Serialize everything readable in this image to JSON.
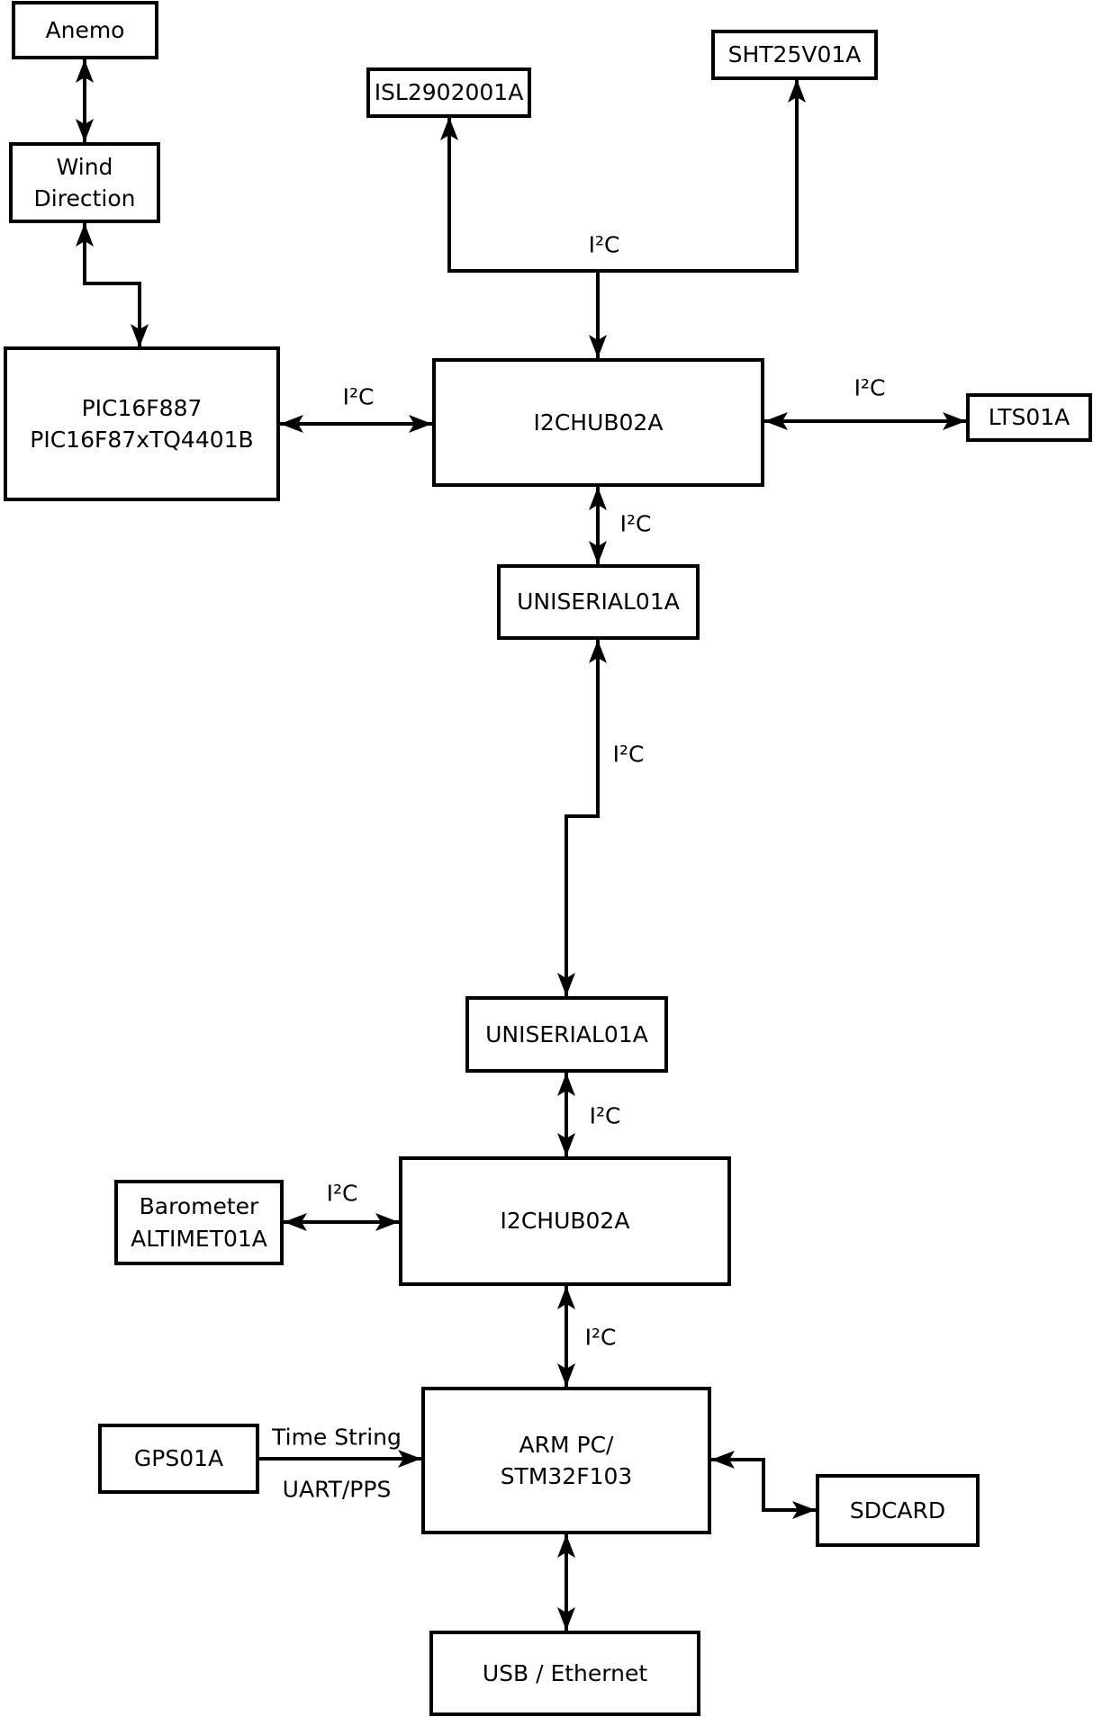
{
  "diagram": {
    "nodes": {
      "anemo": {
        "lines": [
          "Anemo"
        ]
      },
      "wind_direction": {
        "lines": [
          "Wind",
          "Direction"
        ]
      },
      "pic": {
        "lines": [
          "PIC16F887",
          "PIC16F87xTQ4401B"
        ]
      },
      "isl": {
        "lines": [
          "ISL2902001A"
        ]
      },
      "sht": {
        "lines": [
          "SHT25V01A"
        ]
      },
      "i2chub_top": {
        "lines": [
          "I2CHUB02A"
        ]
      },
      "lts": {
        "lines": [
          "LTS01A"
        ]
      },
      "uniserial_top": {
        "lines": [
          "UNISERIAL01A"
        ]
      },
      "uniserial_bottom": {
        "lines": [
          "UNISERIAL01A"
        ]
      },
      "i2chub_bottom": {
        "lines": [
          "I2CHUB02A"
        ]
      },
      "barometer": {
        "lines": [
          "Barometer",
          "ALTIMET01A"
        ]
      },
      "arm_pc": {
        "lines": [
          "ARM PC/",
          "STM32F103"
        ]
      },
      "gps": {
        "lines": [
          "GPS01A"
        ]
      },
      "sdcard": {
        "lines": [
          "SDCARD"
        ]
      },
      "usb_ethernet": {
        "lines": [
          "USB / Ethernet"
        ]
      }
    },
    "edge_labels": {
      "sensor_bus_i2c": "I²C",
      "pic_hub_i2c": "I²C",
      "hub_lts_i2c": "I²C",
      "hub_uniserial_i2c": "I²C",
      "uniserial_link_i2c": "I²C",
      "uniserial_hub2_i2c": "I²C",
      "barometer_hub2_i2c": "I²C",
      "hub2_arm_i2c": "I²C",
      "gps_arm_top": "Time String",
      "gps_arm_bottom": "UART/PPS"
    },
    "colors": {
      "line": "#000000",
      "box_background": "#ffffff",
      "text": "#000000"
    }
  }
}
